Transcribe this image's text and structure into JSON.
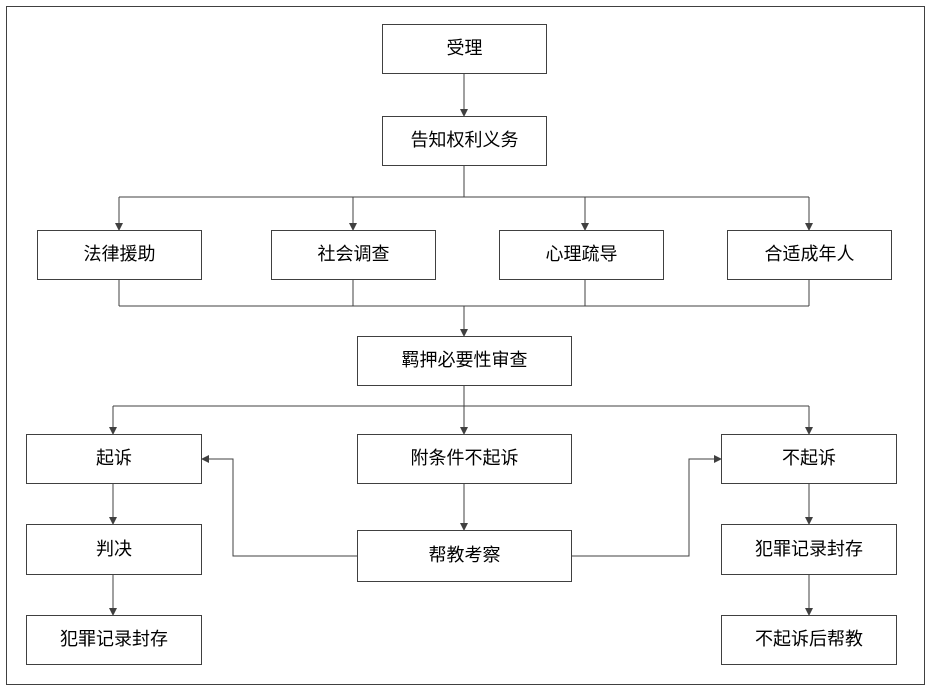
{
  "nodes": {
    "accept": "受理",
    "inform": "告知权利义务",
    "legal_aid": "法律援助",
    "social_survey": "社会调查",
    "psych_counsel": "心理疏导",
    "adult_present": "合适成年人",
    "detention_review": "羁押必要性审查",
    "prosecute": "起诉",
    "conditional_nonprosecution": "附条件不起诉",
    "nonprosecution": "不起诉",
    "judgment": "判决",
    "help_supervise": "帮教考察",
    "record_seal_left": "犯罪记录封存",
    "record_seal_right": "犯罪记录封存",
    "post_help": "不起诉后帮教"
  }
}
